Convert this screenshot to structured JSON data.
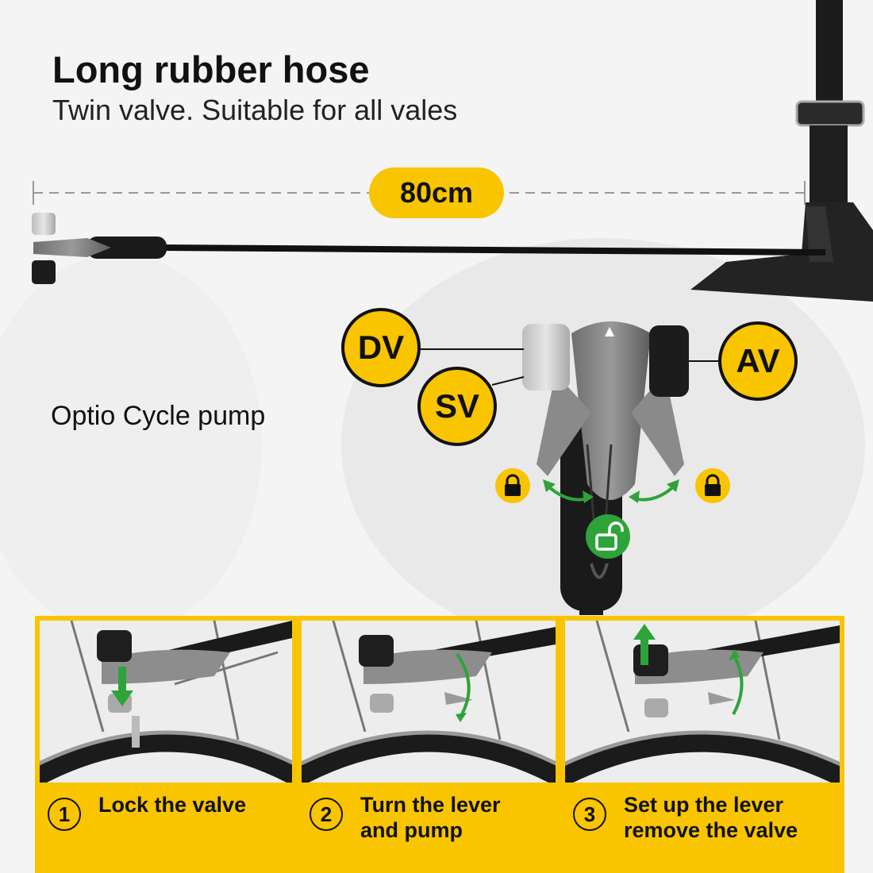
{
  "header": {
    "title": "Long rubber hose",
    "subtitle": "Twin valve. Suitable for all vales"
  },
  "hose_length_label": "80cm",
  "product_name": "Optio Cycle pump",
  "valves": {
    "dv": "DV",
    "sv": "SV",
    "av": "AV"
  },
  "steps": [
    {
      "number": "1",
      "text": "Lock the valve"
    },
    {
      "number": "2",
      "text": "Turn the lever\nand pump"
    },
    {
      "number": "3",
      "text": "Set up the lever\nremove the valve"
    }
  ],
  "colors": {
    "accent": "#f9c400",
    "lock_green": "#2ea33a",
    "text": "#111111"
  },
  "icons": [
    "lock-icon",
    "unlock-icon",
    "rotate-arrow-icon",
    "up-arrow-icon",
    "down-arrow-icon"
  ]
}
